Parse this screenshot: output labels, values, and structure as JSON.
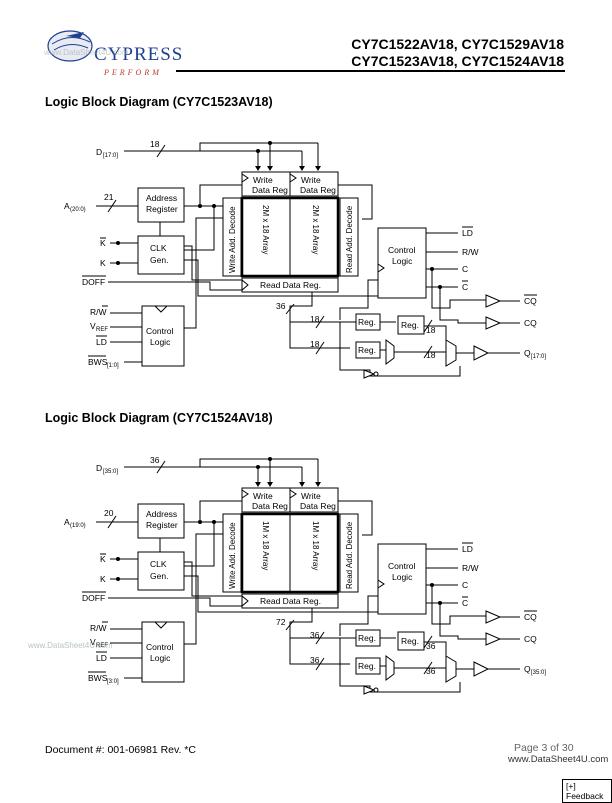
{
  "header": {
    "brand": "CYPRESS",
    "tagline": "PERFORM",
    "title_line1": "CY7C1522AV18, CY7C1529AV18",
    "title_line2": "CY7C1523AV18, CY7C1524AV18"
  },
  "diagram1": {
    "title": "Logic Block Diagram (CY7C1523AV18)",
    "d_bus": "D",
    "d_sub": "[17:0]",
    "d_width": "18",
    "a_bus": "A",
    "a_sub": "(20:0)",
    "a_width": "21",
    "address_register": [
      "Address",
      "Register"
    ],
    "k_bar": "K",
    "k": "K",
    "doff": "DOFF",
    "clk_gen": [
      "CLK",
      "Gen."
    ],
    "rw": "R/W",
    "vref": "V",
    "vref_sub": "REF",
    "ld": "LD",
    "bws": "BWS",
    "bws_sub": "[1:0]",
    "control_logic_left": [
      "Control",
      "Logic"
    ],
    "write_data_reg_left": [
      "Write",
      "Data Reg"
    ],
    "write_data_reg_right": [
      "Write",
      "Data Reg"
    ],
    "write_add_decode": "Write Add. Decode",
    "read_add_decode": "Read Add. Decode",
    "array_left": "2M x 18 Array",
    "array_right": "2M x 18 Array",
    "read_data_reg": "Read Data Reg.",
    "bus_36": "36",
    "bus_18a": "18",
    "bus_18b": "18",
    "bus_18c": "18",
    "bus_18d": "18",
    "reg_a": "Reg.",
    "reg_b": "Reg.",
    "reg_c": "Reg.",
    "control_logic_right": [
      "Control",
      "Logic"
    ],
    "out_ld": "LD",
    "out_rw": "R/W",
    "out_c": "C",
    "out_c_bar": "C",
    "cq_bar": "CQ",
    "cq": "CQ",
    "q": "Q",
    "q_sub": "[17:0]"
  },
  "diagram2": {
    "title": "Logic Block Diagram (CY7C1524AV18)",
    "d_bus": "D",
    "d_sub": "[35:0]",
    "d_width": "36",
    "a_bus": "A",
    "a_sub": "(19:0)",
    "a_width": "20",
    "address_register": [
      "Address",
      "Register"
    ],
    "k_bar": "K",
    "k": "K",
    "doff": "DOFF",
    "clk_gen": [
      "CLK",
      "Gen."
    ],
    "rw": "R/W",
    "vref": "V",
    "vref_sub": "REF",
    "ld": "LD",
    "bws": "BWS",
    "bws_sub": "[3:0]",
    "control_logic_left": [
      "Control",
      "Logic"
    ],
    "write_data_reg_left": [
      "Write",
      "Data Reg"
    ],
    "write_data_reg_right": [
      "Write",
      "Data Reg"
    ],
    "write_add_decode": "Write Add. Decode",
    "read_add_decode": "Read Add. Decode",
    "array_left": "1M x 18 Array",
    "array_right": "1M x 18 Array",
    "read_data_reg": "Read Data Reg.",
    "bus_36": "72",
    "bus_18a": "36",
    "bus_18b": "36",
    "bus_18c": "36",
    "bus_18d": "36",
    "reg_a": "Reg.",
    "reg_b": "Reg.",
    "reg_c": "Reg.",
    "control_logic_right": [
      "Control",
      "Logic"
    ],
    "out_ld": "LD",
    "out_rw": "R/W",
    "out_c": "C",
    "out_c_bar": "C",
    "cq_bar": "CQ",
    "cq": "CQ",
    "q": "Q",
    "q_sub": "[35:0]"
  },
  "footer": {
    "document": "Document #: 001-06981 Rev. *C",
    "page": "Page 3 of 30",
    "watermark_right": "www.DataSheet4U.com",
    "watermark_left": "www.DataSheet4U.com",
    "watermark_logo": "www.DataSheet4U.com",
    "feedback": "[+] Feedback"
  }
}
